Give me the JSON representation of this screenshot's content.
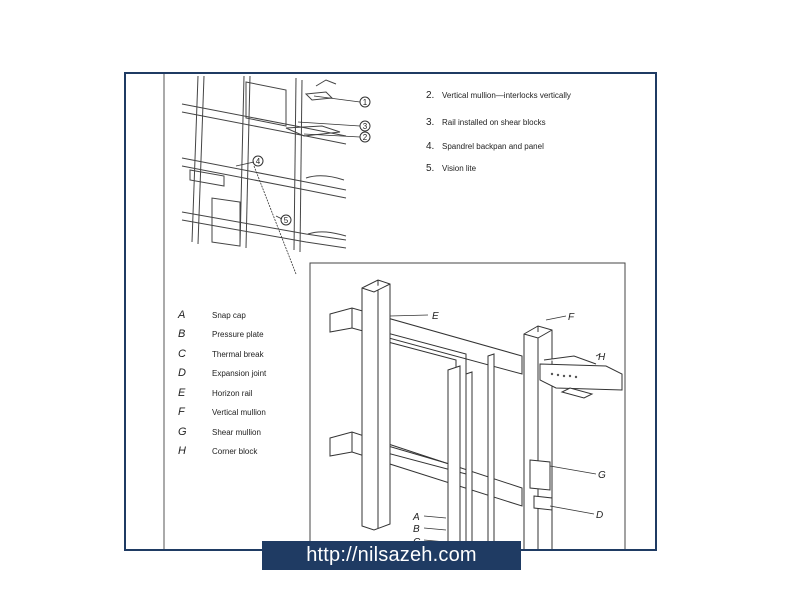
{
  "top_callouts": [
    {
      "num": "2.",
      "text": "Vertical mullion—interlocks vertically"
    },
    {
      "num": "3.",
      "text": "Rail installed on shear blocks"
    },
    {
      "num": "4.",
      "text": "Spandrel backpan and panel"
    },
    {
      "num": "5.",
      "text": "Vision lite"
    }
  ],
  "circle_markers": [
    "1",
    "3",
    "2",
    "4",
    "5"
  ],
  "legend": [
    {
      "key": "A",
      "text": "Snap cap"
    },
    {
      "key": "B",
      "text": "Pressure plate"
    },
    {
      "key": "C",
      "text": "Thermal break"
    },
    {
      "key": "D",
      "text": "Expansion joint"
    },
    {
      "key": "E",
      "text": "Horizon rail"
    },
    {
      "key": "F",
      "text": "Vertical mullion"
    },
    {
      "key": "G",
      "text": "Shear mullion"
    },
    {
      "key": "H",
      "text": "Corner block"
    }
  ],
  "detail_labels": [
    "E",
    "F",
    "H",
    "G",
    "D",
    "A",
    "B",
    "C"
  ],
  "banner": {
    "url": "http://nilsazeh.com"
  },
  "colors": {
    "frame": "#1f3b63",
    "banner_bg": "#1f3b63",
    "banner_text": "#ffffff",
    "line": "#333333"
  }
}
